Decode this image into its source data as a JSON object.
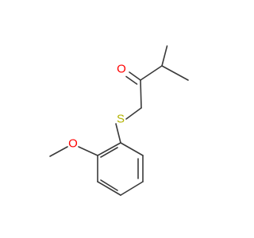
{
  "molecule": {
    "atoms": [
      {
        "id": "O_carbonyl",
        "symbol": "O",
        "color": "#ff0000"
      },
      {
        "id": "S_thioether",
        "symbol": "S",
        "color": "#b3b300"
      },
      {
        "id": "O_methoxy",
        "symbol": "O",
        "color": "#ff0000"
      }
    ],
    "bond_color": "#3a3a3a"
  }
}
